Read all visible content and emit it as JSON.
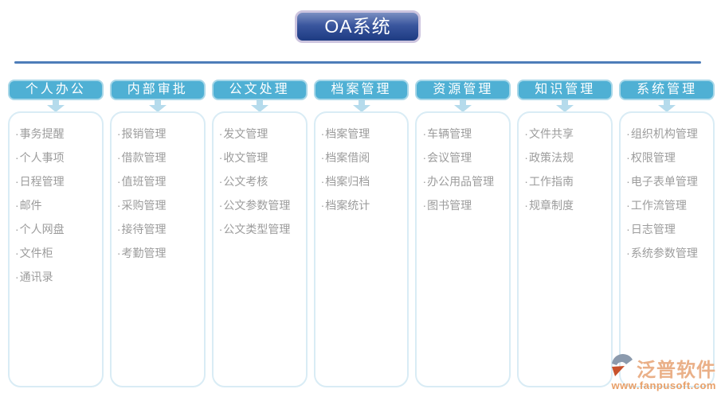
{
  "title": "OA系统",
  "bullet": "·",
  "columns": [
    {
      "header": "个人办公",
      "items": [
        "事务提醒",
        "个人事项",
        "日程管理",
        "邮件",
        "个人网盘",
        "文件柜",
        "通讯录"
      ]
    },
    {
      "header": "内部审批",
      "items": [
        "报销管理",
        "借款管理",
        "值班管理",
        "采购管理",
        "接待管理",
        "考勤管理"
      ]
    },
    {
      "header": "公文处理",
      "items": [
        "发文管理",
        "收文管理",
        "公文考核",
        "公文参数管理",
        "公文类型管理"
      ]
    },
    {
      "header": "档案管理",
      "items": [
        "档案管理",
        "档案借阅",
        "档案归档",
        "档案统计"
      ]
    },
    {
      "header": "资源管理",
      "items": [
        "车辆管理",
        "会议管理",
        "办公用品管理",
        "图书管理"
      ]
    },
    {
      "header": "知识管理",
      "items": [
        "文件共享",
        "政策法规",
        "工作指南",
        "规章制度"
      ]
    },
    {
      "header": "系统管理",
      "items": [
        "组织机构管理",
        "权限管理",
        "电子表单管理",
        "工作流管理",
        "日志管理",
        "系统参数管理"
      ]
    }
  ],
  "watermark": {
    "brand": "泛普软件",
    "url": "www.fanpusoft.com"
  },
  "colors": {
    "header_fill": "#4fb0d4",
    "header_border": "#a8d7e8",
    "panel_border": "#d9ecf5",
    "arrow": "#b5dbec",
    "divider": "#4d7db9",
    "title_border": "#cdc5df",
    "title_fill_top": "#7b8fc1",
    "title_fill_bottom": "#1d3b82",
    "item_text": "#9c9c9c",
    "watermark_brand": "#eab088",
    "watermark_url": "#e8a069",
    "logo_gray": "#8b9aad",
    "logo_orange": "#c8522c"
  }
}
